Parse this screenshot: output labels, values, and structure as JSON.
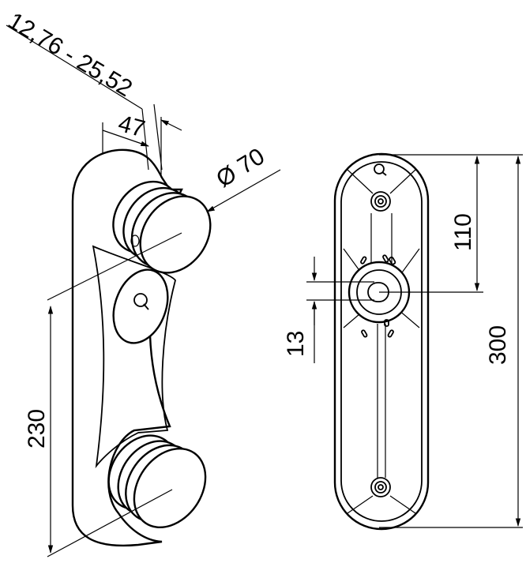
{
  "dimensions": {
    "range": "12,76 - 25,52",
    "depth": "47",
    "diameter": "Ø 70",
    "height_left": "230",
    "height_right": "300",
    "offset_top": "110",
    "hole": "13"
  },
  "icons": {
    "logo": "q-logo-icon"
  }
}
